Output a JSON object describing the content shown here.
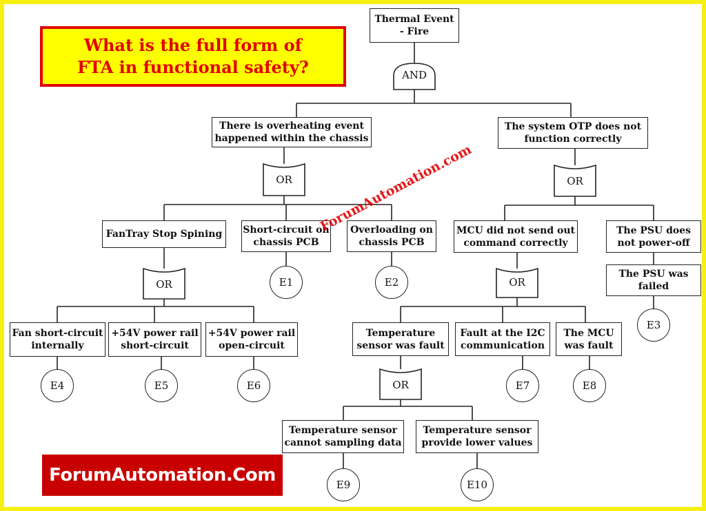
{
  "question": "What is the full form of\nFTA in functional safety?",
  "brand": "ForumAutomation.Com",
  "watermark": "ForumAutomation.com",
  "colors": {
    "border": "#f5f011",
    "question_bg": "#ffff00",
    "question_text": "#e00000",
    "brand_bg": "#c80000",
    "watermark": "#e00000"
  },
  "nodes": {
    "top": "Thermal Event\n- Fire",
    "overheating": "There is overheating event\nhappened within the chassis",
    "otp": "The system OTP does not\nfunction correctly",
    "fantray": "FanTray Stop Spining",
    "short_pcb": "Short-circuit on\nchassis PCB",
    "overloading": "Overloading on\nchassis PCB",
    "mcu_cmd": "MCU did not send out\ncommand correctly",
    "psu_poweroff": "The PSU does\nnot power-off",
    "psu_failed": "The PSU was\nfailed",
    "fan_short": "Fan short-circuit\ninternally",
    "rail_short": "+54V power rail\nshort-circuit",
    "rail_open": "+54V power rail\nopen-circuit",
    "temp_fault": "Temperature\nsensor was fault",
    "i2c_fault": "Fault at the I2C\ncommunication",
    "mcu_fault": "The MCU\nwas fault",
    "temp_sampling": "Temperature sensor\ncannot sampling data",
    "temp_lower": "Temperature sensor\nprovide lower values"
  },
  "gates": {
    "g_top": "AND",
    "g_overheat": "OR",
    "g_otp": "OR",
    "g_fantray": "OR",
    "g_mcu": "OR",
    "g_temp": "OR"
  },
  "events": {
    "e1": "E1",
    "e2": "E2",
    "e3": "E3",
    "e4": "E4",
    "e5": "E5",
    "e6": "E6",
    "e7": "E7",
    "e8": "E8",
    "e9": "E9",
    "e10": "E10"
  }
}
